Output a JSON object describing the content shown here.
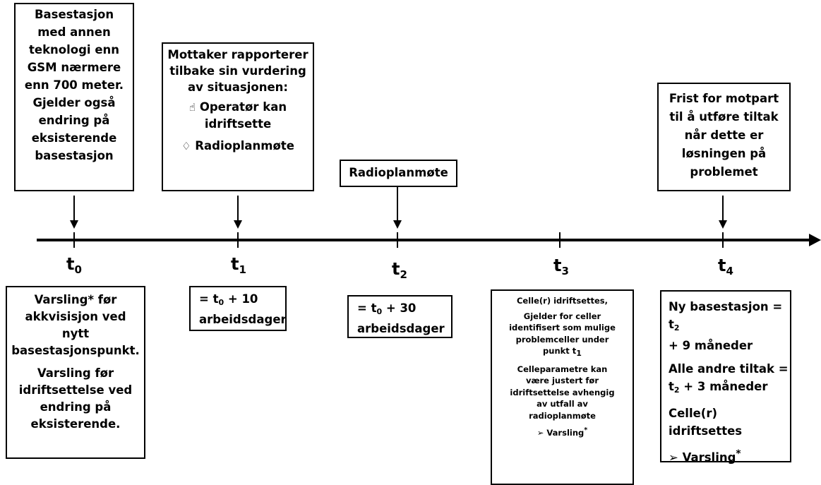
{
  "top_boxes": {
    "t0": [
      "Basestasjon",
      "med annen",
      "teknologi enn",
      "GSM nærmere",
      "enn 700 meter.",
      "Gjelder også",
      "endring på",
      "eksisterende",
      "basestasjon"
    ],
    "t1": {
      "lines": [
        "Mottaker rapporterer",
        "tilbake sin vurdering",
        "av situasjonen:"
      ],
      "option_up": "Operatør kan",
      "option_up_2": "idriftsette",
      "option_down": "Radioplanmøte"
    },
    "t2": "Radioplanmøte",
    "t4": [
      "Frist for motpart",
      "til å utføre tiltak",
      "når dette er",
      "løsningen på",
      "problemet"
    ]
  },
  "timeline": {
    "labels": [
      {
        "base": "t",
        "sub": "0"
      },
      {
        "base": "t",
        "sub": "1"
      },
      {
        "base": "t",
        "sub": "2"
      },
      {
        "base": "t",
        "sub": "3"
      },
      {
        "base": "t",
        "sub": "4"
      }
    ]
  },
  "bottom_boxes": {
    "t0": {
      "p1": [
        "Varsling* før",
        "akkvisisjon ved",
        "nytt",
        "basestasjonspunkt."
      ],
      "p2": [
        "Varsling før",
        "idriftsettelse ved",
        "endring på",
        "eksisterende."
      ]
    },
    "t1": {
      "prefix": "= t",
      "sub": "0",
      "suffix": " + 10",
      "line2": "arbeidsdager"
    },
    "t2": {
      "prefix": "= t",
      "sub": "0",
      "suffix": " + 30",
      "line2": "arbeidsdager"
    },
    "t3": {
      "l1": "Celle(r) idriftsettes,",
      "p2": [
        "Gjelder for celler",
        "identifisert som mulige",
        "problemceller under"
      ],
      "p2_last": "punkt t",
      "p2_last_sub": "1",
      "p3": [
        "Celleparametre kan",
        "være justert før",
        "idriftsettelse avhengig",
        "av utfall av",
        "radioplanmøte"
      ],
      "varsling": "Varsling",
      "varsling_sup": "*"
    },
    "t4": {
      "l1": "Ny basestasjon = t",
      "l1_sub": "2",
      "l2": "+ 9 måneder",
      "l3": "Alle andre tiltak =",
      "l4_pre": "t",
      "l4_sub": "2",
      "l4_post": " + 3 måneder",
      "l5": "Celle(r) idriftsettes",
      "varsling": "Varsling",
      "varsling_sup": "*"
    }
  },
  "icons": {
    "bullet": "➢",
    "thumb_up": "👍",
    "thumb_down": "👎"
  },
  "colors": {
    "line": "#000000",
    "background": "#ffffff"
  }
}
